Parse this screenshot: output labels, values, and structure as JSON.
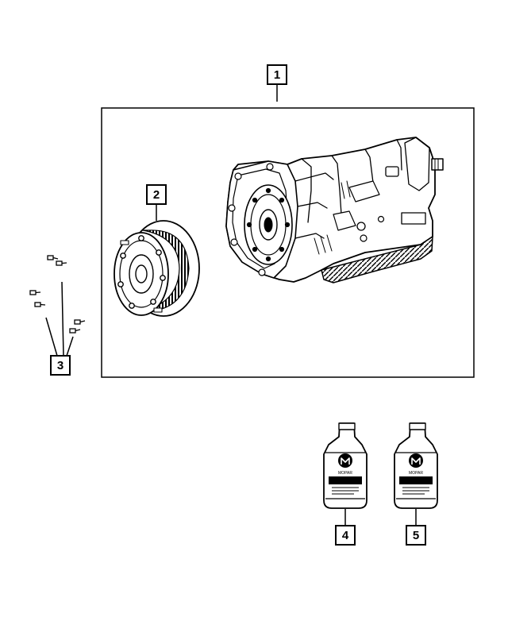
{
  "callouts": {
    "c1": "1",
    "c2": "2",
    "c3": "3",
    "c4": "4",
    "c5": "5"
  },
  "bottle_logo_text": "MOPAR"
}
